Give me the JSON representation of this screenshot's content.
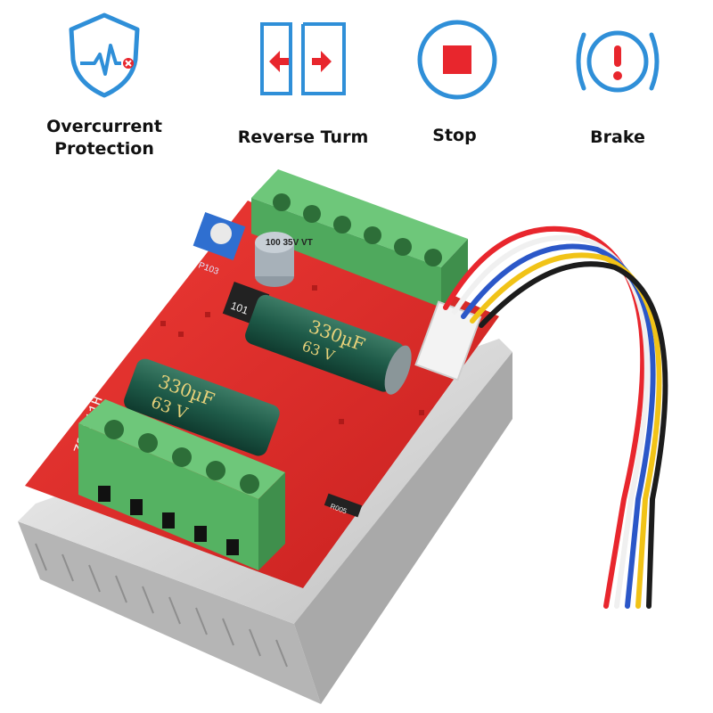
{
  "features": [
    {
      "label": "Overcurrent\nProtection",
      "icon": "shield-pulse-icon"
    },
    {
      "label": "Reverse Turm",
      "icon": "reverse-arrows-icon"
    },
    {
      "label": "Stop",
      "icon": "stop-icon"
    },
    {
      "label": "Brake",
      "icon": "brake-warning-icon"
    }
  ],
  "colors": {
    "accent_blue": "#2f8fd8",
    "accent_red": "#e8262d",
    "pcb_red": "#e32b2b",
    "terminal_green": "#5dbb6a"
  },
  "product": {
    "capacitor_large_1": "330µF",
    "capacitor_large_1_voltage": "63 V",
    "capacitor_large_2": "330µF",
    "capacitor_large_2_voltage": "63 V",
    "capacitor_small": "100\n35V\nVT",
    "inductor_code": "101",
    "resistor_code": "R005",
    "board_text": "ZS-X11H",
    "pot_text": "P103"
  }
}
